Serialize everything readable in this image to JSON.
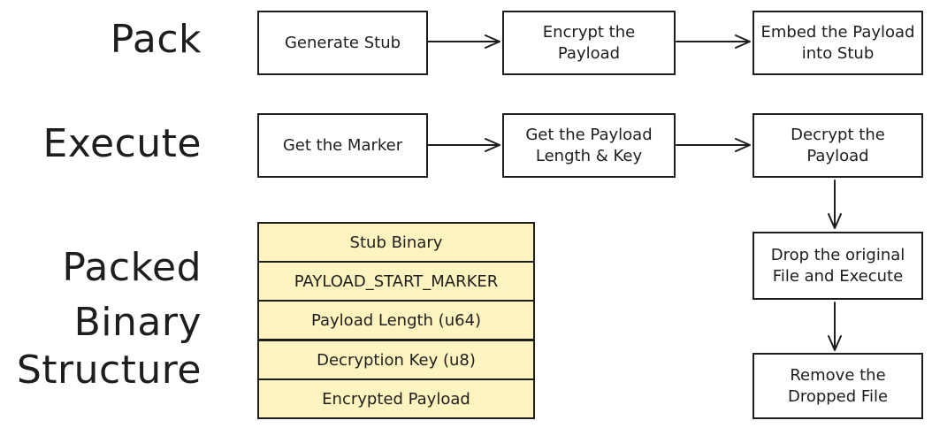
{
  "labels": {
    "pack": "Pack",
    "execute": "Execute",
    "structure_line1": "Packed",
    "structure_line2": "Binary",
    "structure_line3": "Structure"
  },
  "pack_steps": [
    "Generate Stub",
    "Encrypt the Payload",
    "Embed the Payload into Stub"
  ],
  "execute_steps": [
    "Get the Marker",
    "Get the Payload Length & Key",
    "Decrypt the Payload",
    "Drop the original File and Execute",
    "Remove the Dropped File"
  ],
  "structure_layers": [
    "Stub Binary",
    "PAYLOAD_START_MARKER",
    "Payload Length (u64)",
    "Decryption Key (u8)",
    "Encrypted Payload"
  ],
  "colors": {
    "layer_fill": "#fff3bf",
    "stroke": "#1e1e1e"
  }
}
